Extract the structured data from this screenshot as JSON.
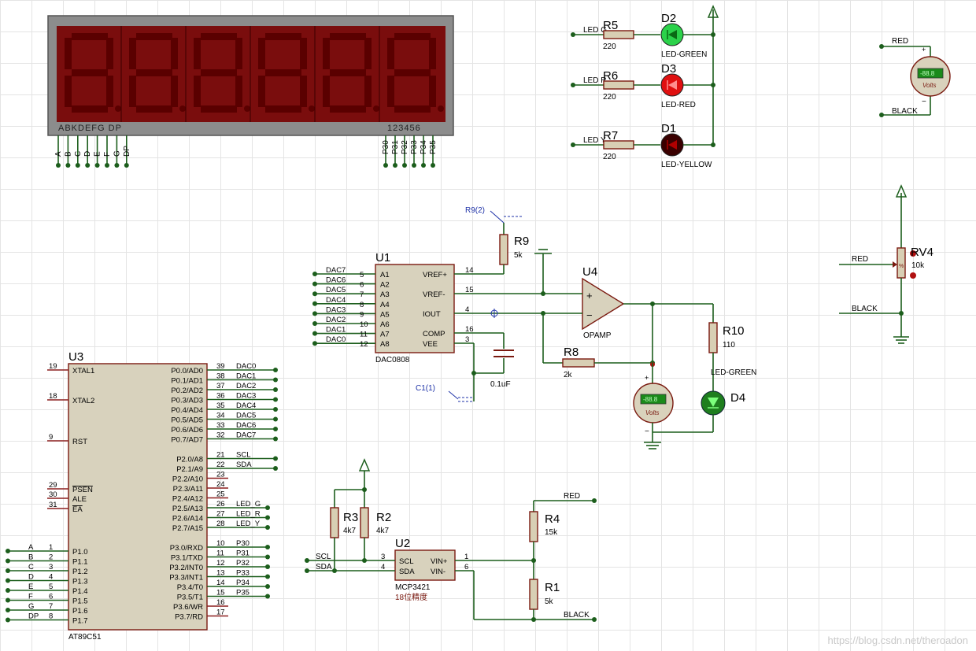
{
  "display": {
    "digits": 6,
    "segment_label": "ABKDEFG  DP",
    "digit_label": "123456",
    "seg_pins": [
      "A",
      "B",
      "C",
      "D",
      "E",
      "F",
      "G",
      "DP"
    ],
    "digit_pins": [
      "P30",
      "P31",
      "P32",
      "P33",
      "P34",
      "P35"
    ]
  },
  "leds": [
    {
      "net": "LED G",
      "res": "R5",
      "value": "220",
      "ref": "D2",
      "type": "LED-GREEN",
      "color": "#2bd24a"
    },
    {
      "net": "LED R",
      "res": "R6",
      "value": "220",
      "ref": "D3",
      "type": "LED-RED",
      "color": "#e01010"
    },
    {
      "net": "LED Y",
      "res": "R7",
      "value": "220",
      "ref": "D1",
      "type": "LED-YELLOW",
      "color": "#3a0000"
    }
  ],
  "voltmeter_top": {
    "plus_net": "RED",
    "minus_net": "BLACK",
    "reading": "-88.8",
    "unit": "Volts"
  },
  "pot": {
    "ref": "RV4",
    "value": "10k",
    "net_top": "RED",
    "net_bottom": "BLACK",
    "body": "%"
  },
  "dac": {
    "ref": "U1",
    "part": "DAC0808",
    "left_nets": [
      "DAC7",
      "DAC6",
      "DAC5",
      "DAC4",
      "DAC3",
      "DAC2",
      "DAC1",
      "DAC0"
    ],
    "left_nums": [
      "5",
      "6",
      "7",
      "8",
      "9",
      "10",
      "11",
      "12"
    ],
    "left_names": [
      "A1",
      "A2",
      "A3",
      "A4",
      "A5",
      "A6",
      "A7",
      "A8"
    ],
    "right_names": [
      "VREF+",
      "VREF-",
      "IOUT",
      "COMP",
      "VEE"
    ],
    "right_nums": [
      "14",
      "15",
      "4",
      "16",
      "3"
    ]
  },
  "r9": {
    "ref": "R9",
    "value": "5k",
    "probe": "R9(2)"
  },
  "c1": {
    "ref": "C1",
    "value": "0.1uF",
    "probe": "C1(1)"
  },
  "opamp": {
    "ref": "U4",
    "part": "OPAMP"
  },
  "r8": {
    "ref": "R8",
    "value": "2k"
  },
  "r10": {
    "ref": "R10",
    "value": "110"
  },
  "d4": {
    "ref": "D4",
    "type": "LED-GREEN"
  },
  "voltmeter_mid": {
    "reading": "-88.8",
    "unit": "Volts"
  },
  "mcu": {
    "ref": "U3",
    "part": "AT89C51",
    "left_pins": [
      {
        "n": "19",
        "name": "XTAL1"
      },
      {
        "n": "18",
        "name": "XTAL2"
      },
      {
        "n": "9",
        "name": "RST"
      },
      {
        "n": "29",
        "name": "PSEN"
      },
      {
        "n": "30",
        "name": "ALE"
      },
      {
        "n": "31",
        "name": "EA"
      },
      {
        "n": "1",
        "name": "P1.0"
      },
      {
        "n": "2",
        "name": "P1.1"
      },
      {
        "n": "3",
        "name": "P1.2"
      },
      {
        "n": "4",
        "name": "P1.3"
      },
      {
        "n": "5",
        "name": "P1.4"
      },
      {
        "n": "6",
        "name": "P1.5"
      },
      {
        "n": "7",
        "name": "P1.6"
      },
      {
        "n": "8",
        "name": "P1.7"
      }
    ],
    "p1_nets": [
      "A",
      "B",
      "C",
      "D",
      "E",
      "F",
      "G",
      "DP"
    ],
    "right_pins": [
      {
        "n": "39",
        "name": "P0.0/AD0",
        "net": "DAC0"
      },
      {
        "n": "38",
        "name": "P0.1/AD1",
        "net": "DAC1"
      },
      {
        "n": "37",
        "name": "P0.2/AD2",
        "net": "DAC2"
      },
      {
        "n": "36",
        "name": "P0.3/AD3",
        "net": "DAC3"
      },
      {
        "n": "35",
        "name": "P0.4/AD4",
        "net": "DAC4"
      },
      {
        "n": "34",
        "name": "P0.5/AD5",
        "net": "DAC5"
      },
      {
        "n": "33",
        "name": "P0.6/AD6",
        "net": "DAC6"
      },
      {
        "n": "32",
        "name": "P0.7/AD7",
        "net": "DAC7"
      },
      {
        "n": "21",
        "name": "P2.0/A8",
        "net": "SCL"
      },
      {
        "n": "22",
        "name": "P2.1/A9",
        "net": "SDA"
      },
      {
        "n": "23",
        "name": "P2.2/A10",
        "net": ""
      },
      {
        "n": "24",
        "name": "P2.3/A11",
        "net": ""
      },
      {
        "n": "25",
        "name": "P2.4/A12",
        "net": ""
      },
      {
        "n": "26",
        "name": "P2.5/A13",
        "net": "LED_G"
      },
      {
        "n": "27",
        "name": "P2.6/A14",
        "net": "LED_R"
      },
      {
        "n": "28",
        "name": "P2.7/A15",
        "net": "LED_Y"
      },
      {
        "n": "10",
        "name": "P3.0/RXD",
        "net": "P30"
      },
      {
        "n": "11",
        "name": "P3.1/TXD",
        "net": "P31"
      },
      {
        "n": "12",
        "name": "P3.2/INT0",
        "net": "P32"
      },
      {
        "n": "13",
        "name": "P3.3/INT1",
        "net": "P33"
      },
      {
        "n": "14",
        "name": "P3.4/T0",
        "net": "P34"
      },
      {
        "n": "15",
        "name": "P3.5/T1",
        "net": "P35"
      },
      {
        "n": "16",
        "name": "P3.6/WR",
        "net": ""
      },
      {
        "n": "17",
        "name": "P3.7/RD",
        "net": ""
      }
    ]
  },
  "adc": {
    "ref": "U2",
    "part": "MCP3421",
    "note": "18位精度",
    "left": [
      {
        "n": "3",
        "name": "SCL",
        "net": "SCL"
      },
      {
        "n": "4",
        "name": "SDA",
        "net": "SDA"
      }
    ],
    "right": [
      {
        "n": "1",
        "name": "VIN+"
      },
      {
        "n": "6",
        "name": "VIN-"
      }
    ]
  },
  "r3": {
    "ref": "R3",
    "value": "4k7"
  },
  "r2": {
    "ref": "R2",
    "value": "4k7"
  },
  "r4": {
    "ref": "R4",
    "value": "15k"
  },
  "r1": {
    "ref": "R1",
    "value": "5k"
  },
  "input_nets": {
    "top": "RED",
    "bottom": "BLACK"
  },
  "watermark": "https://blog.csdn.net/theroadon"
}
